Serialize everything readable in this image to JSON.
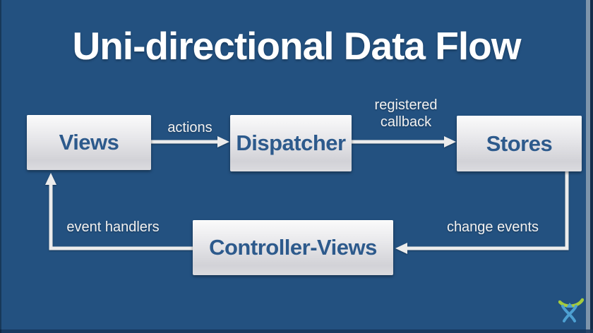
{
  "slide": {
    "title": "Uni-directional Data Flow"
  },
  "diagram": {
    "nodes": [
      {
        "id": "views",
        "label": "Views"
      },
      {
        "id": "dispatcher",
        "label": "Dispatcher"
      },
      {
        "id": "stores",
        "label": "Stores"
      },
      {
        "id": "controller-views",
        "label": "Controller-Views"
      }
    ],
    "edges": [
      {
        "from": "views",
        "to": "dispatcher",
        "label": "actions"
      },
      {
        "from": "dispatcher",
        "to": "stores",
        "label": "registered\ncallback"
      },
      {
        "from": "stores",
        "to": "controller-views",
        "label": "change events"
      },
      {
        "from": "controller-views",
        "to": "views",
        "label": "event handlers"
      }
    ]
  },
  "branding": {
    "logo_icon": "atlassian-logo",
    "logo_figure_color": "#4da0d2",
    "logo_arc_color": "#a5cb3d"
  },
  "colors": {
    "background": "#235180",
    "node_text": "#2d5a8c",
    "arrow": "#ececec",
    "title_text": "#ffffff",
    "label_text": "#f2f2f2"
  }
}
